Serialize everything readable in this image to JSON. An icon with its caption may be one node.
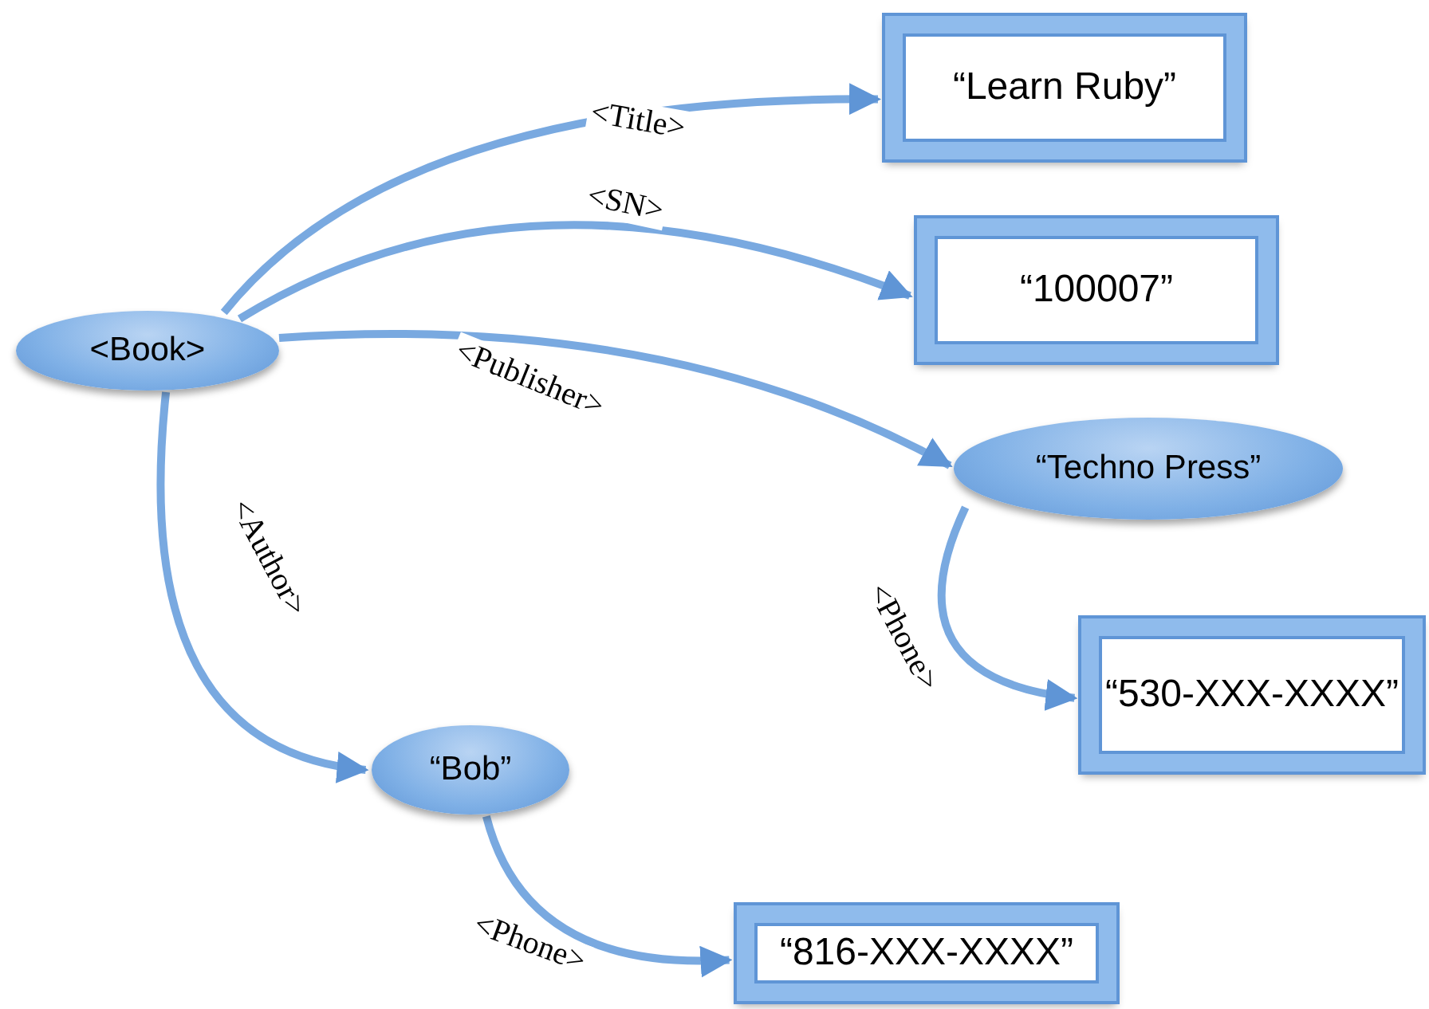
{
  "diagram": {
    "nodes": [
      {
        "text": [
          "<Book>"
        ]
      },
      {
        "text": [
          "“Learn Ruby”"
        ]
      },
      {
        "text": [
          "“100007”"
        ]
      },
      {
        "text": [
          "“Techno Press”"
        ]
      },
      {
        "text": [
          "“530-XXX-XXXX”"
        ]
      },
      {
        "text": [
          "“Bob”"
        ]
      },
      {
        "text": [
          "“816-XXX-XXXX”"
        ]
      }
    ],
    "edges": [
      {
        "from": 0,
        "to": 1,
        "arrow": "to",
        "label": "<Title>"
      },
      {
        "from": 0,
        "to": 2,
        "arrow": "to",
        "label": "<SN>"
      },
      {
        "from": 0,
        "to": 3,
        "arrow": "to",
        "label": "<Publisher>"
      },
      {
        "from": 3,
        "to": 4,
        "arrow": "to",
        "label": "<Phone>"
      },
      {
        "from": 0,
        "to": 5,
        "arrow": "to",
        "label": "<Author>"
      },
      {
        "from": 5,
        "to": 6,
        "arrow": "to",
        "label": "<Phone>"
      }
    ]
  }
}
